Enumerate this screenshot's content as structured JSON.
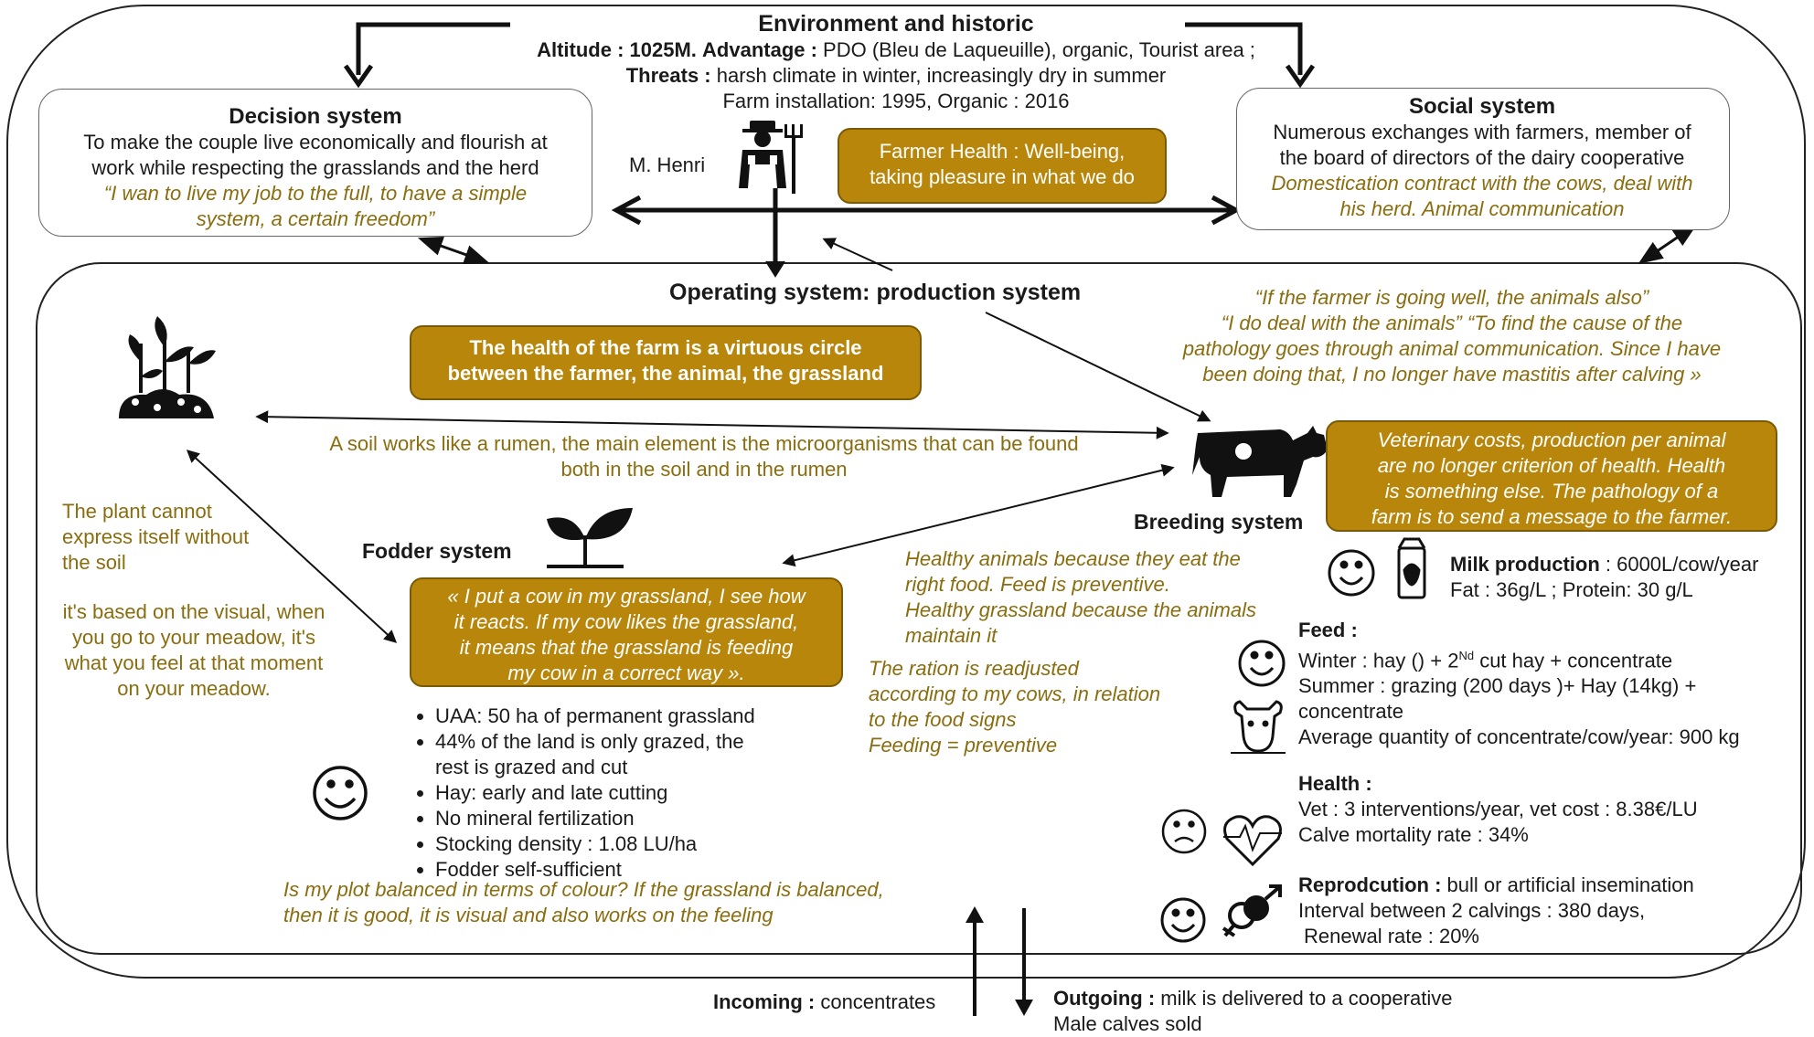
{
  "environment": {
    "title": "Environment and historic",
    "altitude_label": "Altitude : 1025M.",
    "advantage_label": "Advantage :",
    "advantage_text": " PDO (Bleu de Laqueuille), organic, Tourist area ;",
    "threats_label": "Threats :",
    "threats_text": " harsh climate in winter, increasingly dry in summer",
    "installation": "Farm installation: 1995, Organic : 2016"
  },
  "decision": {
    "title": "Decision system",
    "line1": "To make the couple live economically and flourish at",
    "line2": "work while respecting the grasslands and the herd",
    "quote1": "“I wan to live my job to the full, to have a simple",
    "quote2": "system, a certain freedom”"
  },
  "farmer": {
    "name": "M. Henri",
    "health_line1": "Farmer Health : Well-being,",
    "health_line2": "taking pleasure in what we do"
  },
  "social": {
    "title": "Social system",
    "line1": "Numerous exchanges with farmers, member of",
    "line2": "the board of directors of the dairy cooperative",
    "quote1": "Domestication contract with the cows, deal with",
    "quote2": "his herd. Animal communication"
  },
  "operating": {
    "title": "Operating system: production system",
    "virtuous1": "The health of the farm is a virtuous circle",
    "virtuous2": "between the farmer, the animal, the grassland",
    "soil1": "A soil works like a rumen, the main element is the microorganisms that can be found",
    "soil2": "both in the soil and in the rumen",
    "quote_a": "“If the farmer is going well, the animals also”",
    "quote_b": "“I do deal with the animals” “To find the cause of the",
    "quote_c": "pathology goes through animal communication. Since I have",
    "quote_d": "been doing that, I no longer have mastitis after calving »"
  },
  "left_notes": {
    "plant1": "The plant cannot",
    "plant2": "express itself without",
    "plant3": "the soil",
    "visual1": "it's based on the visual, when",
    "visual2": "you go to your meadow, it's",
    "visual3": "what you feel at that moment",
    "visual4": "on your meadow."
  },
  "fodder": {
    "title": "Fodder system",
    "quote1": "« I put a cow in my grassland, I see how",
    "quote2": "it reacts. If my cow likes the grassland,",
    "quote3": "it means that the grassland is feeding",
    "quote4": "my cow in a correct way ».",
    "bullets": [
      "UAA: 50 ha of permanent grassland",
      "44% of the land is only grazed, the",
      "rest is grazed and cut",
      "Hay: early and late cutting",
      "No mineral fertilization",
      "Stocking density : 1.08 LU/ha",
      "Fodder self-sufficient"
    ],
    "balance1": "Is my plot balanced in terms of colour? If the grassland is balanced,",
    "balance2": "then it is good, it is visual and also works on the feeling"
  },
  "middle_notes": {
    "healthy1": "Healthy animals because they eat the",
    "healthy2": "right food. Feed is preventive.",
    "healthy3": "Healthy grassland because the animals",
    "healthy4": "maintain it",
    "ration1": "The ration is readjusted",
    "ration2": "according to my cows, in relation",
    "ration3": "to the food signs",
    "ration4": "Feeding = preventive"
  },
  "breeding": {
    "title": "Breeding system",
    "vet1": "Veterinary costs, production per animal",
    "vet2": "are no longer criterion of health. Health",
    "vet3": "is something else. The pathology of a",
    "vet4": "farm is to send a message to the farmer.",
    "milk_label": "Milk production",
    "milk_text": " : 6000L/cow/year",
    "fat": "Fat : 36g/L ; Protein: 30 g/L",
    "feed_label": "Feed :",
    "feed_winter_a": "Winter : hay () + 2",
    "feed_winter_sup": "Nd",
    "feed_winter_b": " cut hay + concentrate",
    "feed_summer1": "Summer : grazing (200 days )+ Hay (14kg) +",
    "feed_summer2": "concentrate",
    "feed_avg": "Average quantity of concentrate/cow/year: 900 kg",
    "health_label": "Health :",
    "health_vet": "Vet : 3 interventions/year, vet cost : 8.38€/LU",
    "health_calve": "Calve mortality rate : 34%",
    "repro_label": "Reprodcution :",
    "repro_text": " bull or artificial insemination",
    "repro_interval": "Interval between 2 calvings : 380 days,",
    "repro_renewal": "Renewal rate : 20%"
  },
  "flows": {
    "incoming_label": "Incoming :",
    "incoming_text": " concentrates",
    "outgoing_label": "Outgoing :",
    "outgoing_text": " milk is delivered to a cooperative",
    "outgoing_text2": "Male calves sold"
  },
  "icons": {
    "farmer": "farmer-icon",
    "soil": "soil-plants-icon",
    "sprout": "sprout-icon",
    "cow": "cow-icon",
    "milk": "milk-carton-icon",
    "cow_head": "cow-head-icon",
    "heart": "heartbeat-icon",
    "gender": "gender-symbol-icon",
    "smiley": "smiley-icon",
    "sad": "sad-face-icon"
  },
  "colors": {
    "gold_box": "#b8860b",
    "gold_text": "#8a6d0e"
  }
}
